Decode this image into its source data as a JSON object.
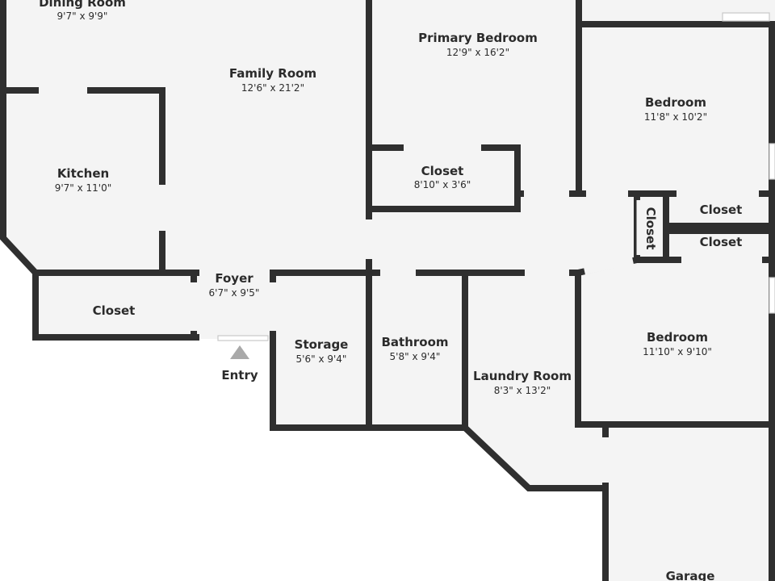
{
  "rooms": {
    "dining_room": {
      "name": "Dining Room",
      "dims": "9'7\" x 9'9\""
    },
    "family_room": {
      "name": "Family Room",
      "dims": "12'6\" x 21'2\""
    },
    "kitchen": {
      "name": "Kitchen",
      "dims": "9'7\" x 11'0\""
    },
    "primary_bedroom": {
      "name": "Primary Bedroom",
      "dims": "12'9\" x 16'2\""
    },
    "primary_closet": {
      "name": "Closet",
      "dims": "8'10\" x 3'6\""
    },
    "bedroom_1": {
      "name": "Bedroom",
      "dims": "11'8\" x 10'2\""
    },
    "hall_closet_vertical": {
      "name": "Closet"
    },
    "closet_upper_right": {
      "name": "Closet"
    },
    "closet_lower_right": {
      "name": "Closet"
    },
    "foyer": {
      "name": "Foyer",
      "dims": "6'7\" x 9'5\""
    },
    "foyer_closet": {
      "name": "Closet"
    },
    "storage": {
      "name": "Storage",
      "dims": "5'6\" x 9'4\""
    },
    "bathroom": {
      "name": "Bathroom",
      "dims": "5'8\" x 9'4\""
    },
    "laundry_room": {
      "name": "Laundry Room",
      "dims": "8'3\" x 13'2\""
    },
    "bedroom_2": {
      "name": "Bedroom",
      "dims": "11'10\" x 9'10\""
    },
    "garage": {
      "name": "Garage"
    }
  },
  "entry": {
    "label": "Entry"
  },
  "colors": {
    "floor": "#f4f4f4",
    "wall": "#2f2f2f",
    "marker": "#a9a9a9"
  }
}
